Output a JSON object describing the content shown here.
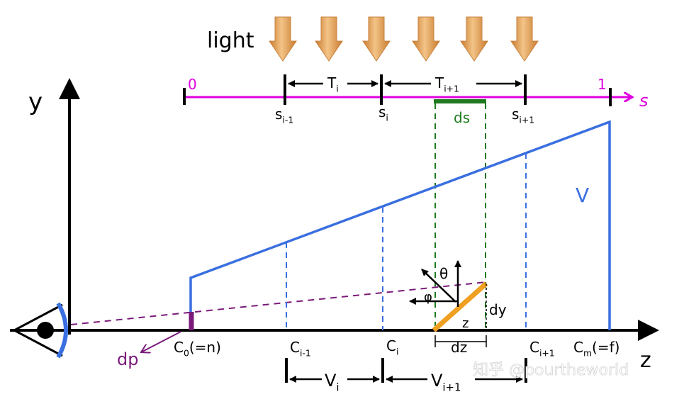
{
  "colors": {
    "background": "#ffffff",
    "axis": "#000000",
    "s_axis": "#e000e0",
    "volume": "#3a6fe0",
    "ds": "#1f7a1f",
    "ray": "#7a1a7a",
    "particle": "#f0a020",
    "light": "#e8a24a",
    "watermark": "#ffffff"
  },
  "labels": {
    "light": "light",
    "y_axis": "y",
    "z_axis": "z",
    "s_axis": "s",
    "s_start": "0",
    "s_end": "1",
    "s_prev": "s_i-1",
    "s_cur": "s_i",
    "s_next": "s_i+1",
    "T_cur": "T_i",
    "T_next": "T_i+1",
    "ds": "ds",
    "volume": "V",
    "c0": "C_0(=n)",
    "c_prev": "C_i-1",
    "c_cur": "C_i",
    "c_next": "C_i+1",
    "cm": "C_m(=f)",
    "V_cur": "V_i",
    "V_next": "V_i+1",
    "theta": "θ",
    "phi": "φ",
    "z_small": "z",
    "dy": "dy",
    "dz": "dz",
    "dp": "dp",
    "watermark": "知乎 @pourtheworld"
  },
  "icons": {
    "eye": "eye-icon",
    "light_arrow": "down-arrow-icon"
  }
}
